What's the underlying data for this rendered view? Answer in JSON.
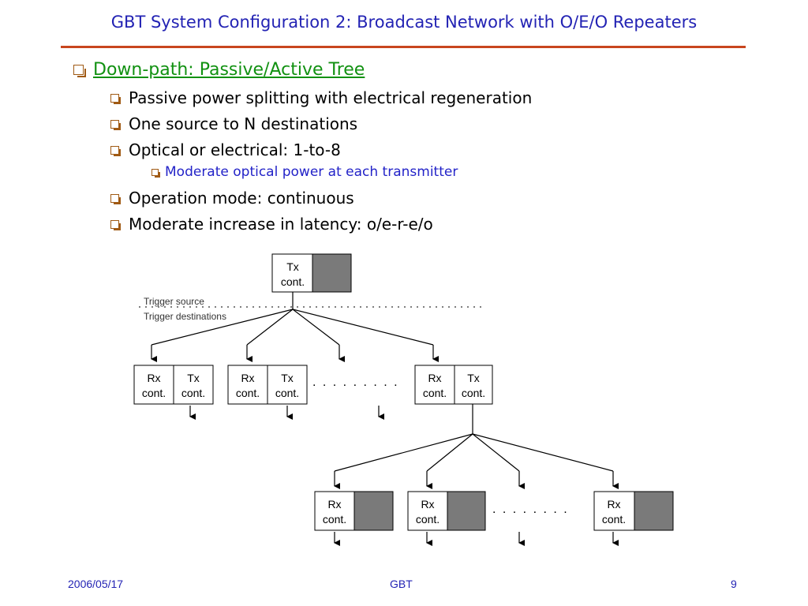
{
  "slide": {
    "title": "GBT System Configuration 2: Broadcast Network with O/E/O Repeaters"
  },
  "bullets": {
    "level1": "Down-path: Passive/Active Tree",
    "item1": "Passive power splitting with electrical regeneration",
    "item2": "One source to N destinations",
    "item3": "Optical or electrical: 1-to-8",
    "item3_sub": "Moderate optical power at each transmitter",
    "item4": "Operation mode: continuous",
    "item5": "Moderate increase in latency: o/e-r-e/o"
  },
  "diagram": {
    "top_label": "Tx\ncont.",
    "trigger_source": "Trigger source",
    "trigger_destinations": "Trigger destinations",
    "rx_label": "Rx\ncont.",
    "tx_label": "Tx\ncont.",
    "ellipsis": ". . . . . . . . ."
  },
  "footer": {
    "date": "2006/05/17",
    "center": "GBT",
    "page": "9"
  },
  "colors": {
    "title": "#2323b4",
    "rule": "#c8461e",
    "level1": "#119111",
    "level3": "#2323c8",
    "shaded_box": "#7a7a7a"
  }
}
